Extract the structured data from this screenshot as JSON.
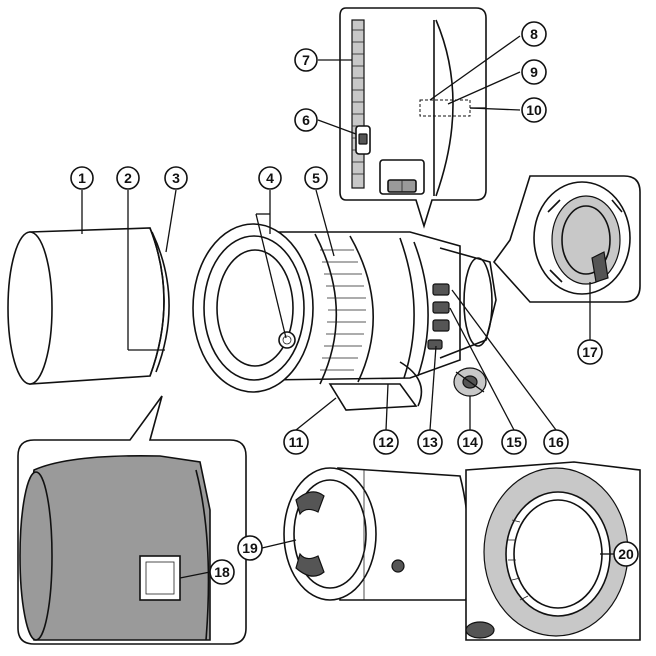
{
  "diagram": {
    "callouts": [
      {
        "id": "c1",
        "label": "1",
        "part": "hood"
      },
      {
        "id": "c2",
        "label": "2",
        "part": "hood-mark"
      },
      {
        "id": "c3",
        "label": "3",
        "part": "hood-attach-mark"
      },
      {
        "id": "c4",
        "label": "4",
        "part": "tripod-collar-index"
      },
      {
        "id": "c5",
        "label": "5",
        "part": "zoom-ring"
      },
      {
        "id": "c6",
        "label": "6",
        "part": "switch"
      },
      {
        "id": "c7",
        "label": "7",
        "part": "focus-ring"
      },
      {
        "id": "c8",
        "label": "8",
        "part": "index-8"
      },
      {
        "id": "c9",
        "label": "9",
        "part": "index-9"
      },
      {
        "id": "c10",
        "label": "10",
        "part": "index-10"
      },
      {
        "id": "c11",
        "label": "11",
        "part": "tripod-foot"
      },
      {
        "id": "c12",
        "label": "12",
        "part": "collar"
      },
      {
        "id": "c13",
        "label": "13",
        "part": "lock"
      },
      {
        "id": "c14",
        "label": "14",
        "part": "knob"
      },
      {
        "id": "c15",
        "label": "15",
        "part": "switch-15"
      },
      {
        "id": "c16",
        "label": "16",
        "part": "switch-16"
      },
      {
        "id": "c17",
        "label": "17",
        "part": "mount-contacts"
      },
      {
        "id": "c18",
        "label": "18",
        "part": "hood-window"
      },
      {
        "id": "c19",
        "label": "19",
        "part": "front-cap"
      },
      {
        "id": "c20",
        "label": "20",
        "part": "rear-cap"
      }
    ]
  }
}
